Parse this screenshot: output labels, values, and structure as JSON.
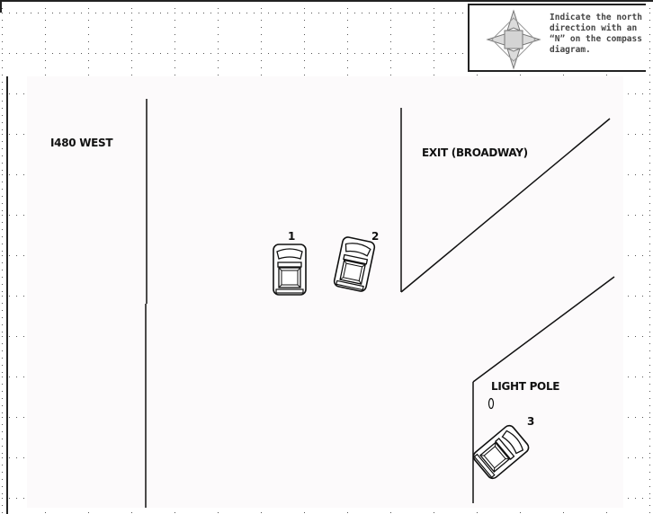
{
  "compass": {
    "icon": "compass-rose-icon",
    "instruction": "Indicate the north direction with an “N” on the compass diagram."
  },
  "labels": {
    "highway": "I480 WEST",
    "exit": "EXIT (BROADWAY)",
    "light_pole": "LIGHT POLE"
  },
  "vehicles": [
    {
      "number": "1",
      "icon": "car-topview-icon"
    },
    {
      "number": "2",
      "icon": "car-topview-icon"
    },
    {
      "number": "3",
      "icon": "car-topview-icon"
    }
  ],
  "colors": {
    "canvas": "#fcfafb",
    "line": "#111111",
    "grid_dot": "#555555",
    "compass_fill": "#d8d8d8"
  }
}
